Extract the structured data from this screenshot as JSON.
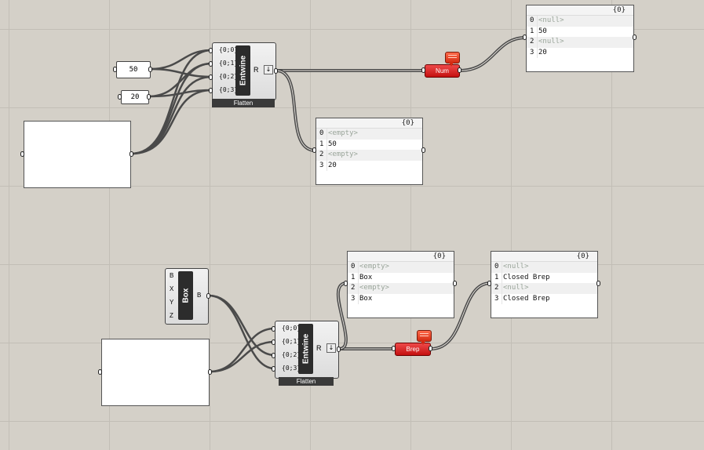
{
  "sliders": {
    "a": "50",
    "b": "20"
  },
  "entwine": {
    "title": "Entwine",
    "inputs": [
      "{0;0}",
      "{0;1}",
      "{0;2}",
      "{0;3}"
    ],
    "output": "R",
    "footer": "Flatten",
    "flatten_icon": "↓"
  },
  "box": {
    "title": "Box",
    "inputs": [
      "B",
      "X",
      "Y",
      "Z"
    ],
    "output": "B"
  },
  "num_param": {
    "label": "Num"
  },
  "brep_param": {
    "label": "Brep"
  },
  "panels": {
    "top_right": {
      "header": "{0}",
      "rows": [
        {
          "i": "0",
          "v": "<null>"
        },
        {
          "i": "1",
          "v": "50"
        },
        {
          "i": "2",
          "v": "<null>"
        },
        {
          "i": "3",
          "v": "20"
        }
      ]
    },
    "top_mid": {
      "header": "{0}",
      "rows": [
        {
          "i": "0",
          "v": "<empty>"
        },
        {
          "i": "1",
          "v": "50"
        },
        {
          "i": "2",
          "v": "<empty>"
        },
        {
          "i": "3",
          "v": "20"
        }
      ]
    },
    "bottom_mid": {
      "header": "{0}",
      "rows": [
        {
          "i": "0",
          "v": "<empty>"
        },
        {
          "i": "1",
          "v": "Box"
        },
        {
          "i": "2",
          "v": "<empty>"
        },
        {
          "i": "3",
          "v": "Box"
        }
      ]
    },
    "bottom_right": {
      "header": "{0}",
      "rows": [
        {
          "i": "0",
          "v": "<null>"
        },
        {
          "i": "1",
          "v": "Closed Brep"
        },
        {
          "i": "2",
          "v": "<null>"
        },
        {
          "i": "3",
          "v": "Closed Brep"
        }
      ]
    }
  },
  "colors": {
    "canvas": "#d4d0c8",
    "grid": "#c2beb6",
    "wire": "#4a4a4a",
    "warning_red": "#d21a1a"
  }
}
